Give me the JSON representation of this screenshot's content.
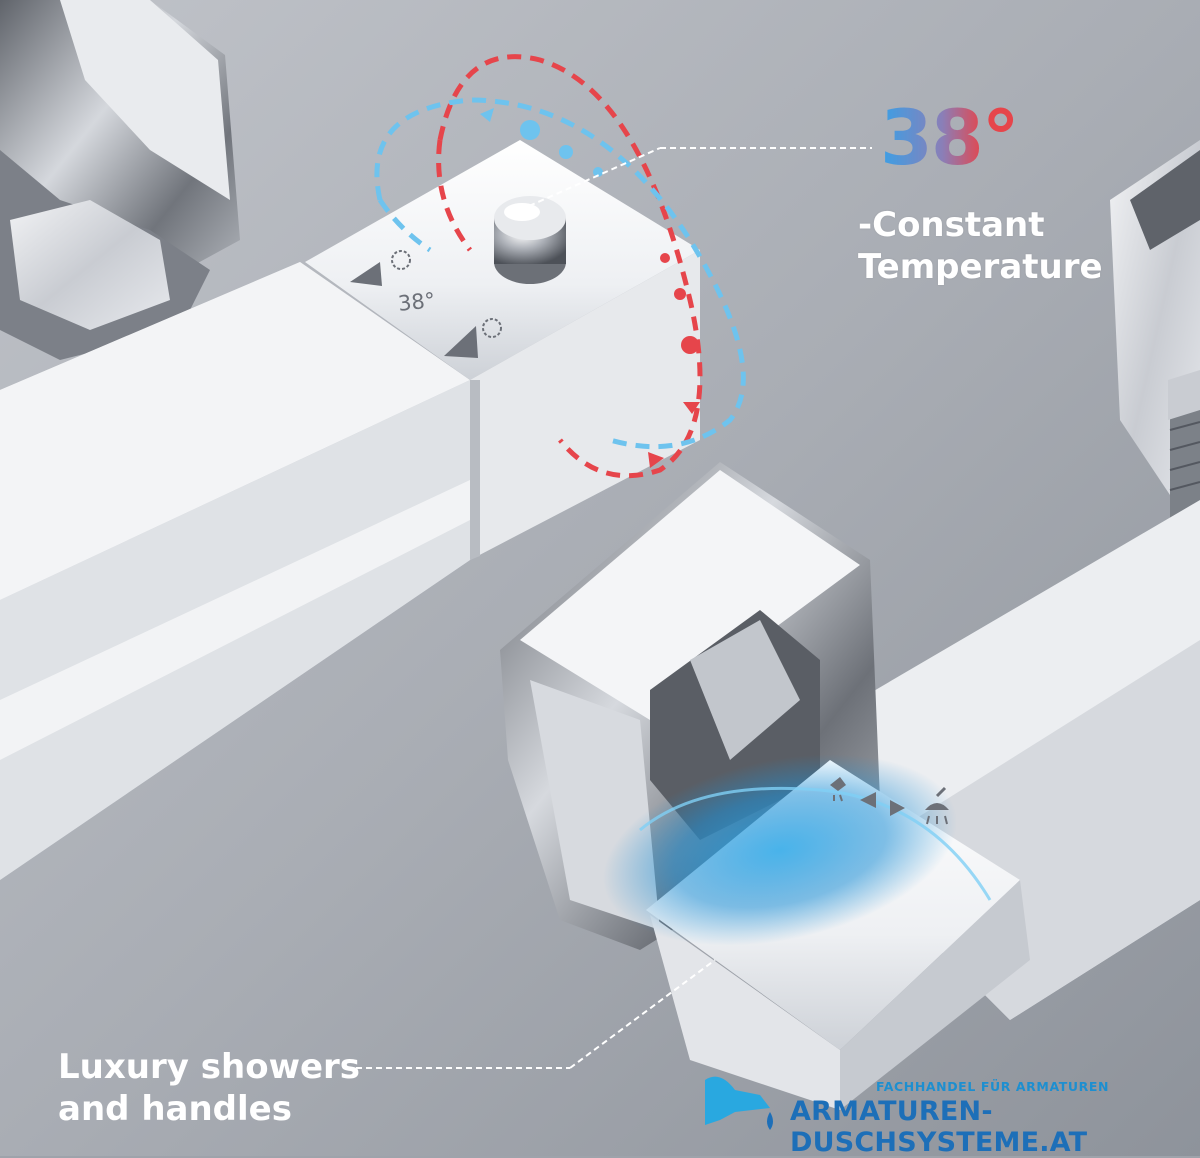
{
  "callouts": {
    "temperature_value": "38°",
    "temperature_label_line1": "-Constant",
    "temperature_label_line2": "Temperature",
    "luxury_line1": "Luxury showers",
    "luxury_line2": "and handles"
  },
  "dial": {
    "engraved_temperature": "38°"
  },
  "logo": {
    "tagline": "FACHHANDEL FÜR ARMATUREN",
    "name": "ARMATUREN-DUSCHSYSTEME.AT"
  },
  "colors": {
    "hot": "#e6454b",
    "cold": "#6ec3ee",
    "brand": "#1d6fb8",
    "background": "#9ea3ab"
  }
}
